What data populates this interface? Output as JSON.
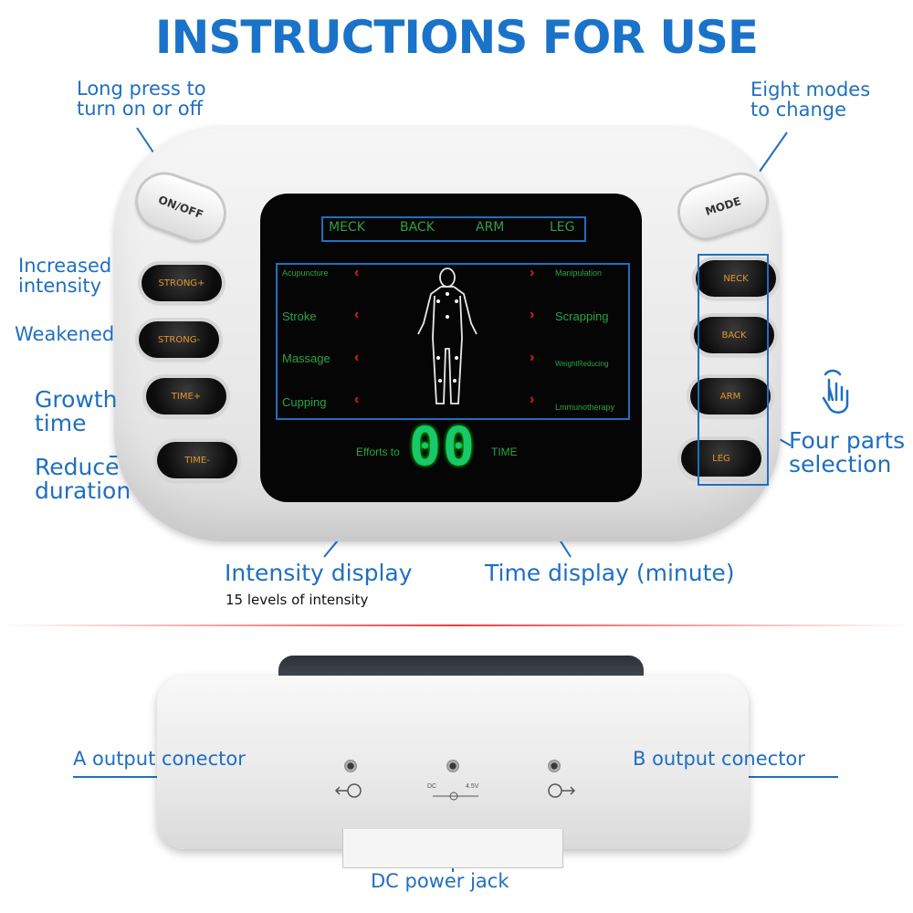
{
  "title": "INSTRUCTIONS FOR USE",
  "callouts": {
    "onoff": "Long press to\nturn on or off",
    "mode": "Eight modes\nto change",
    "increase": "Increased\nintensity",
    "weaken": "Weakened",
    "growth": "Growth\ntime",
    "reduce": "Reduce\nduration",
    "parts": "Four parts\nselection",
    "intensity": "Intensity display",
    "intensity_sub": "15 levels of intensity",
    "time": "Time display (minute)",
    "a_out": "A output conector",
    "b_out": "B output conector",
    "dc": "DC power jack"
  },
  "buttons": {
    "onoff": "ON/OFF",
    "mode": "MODE",
    "strong_plus": "STRONG+",
    "strong_minus": "STRONG-",
    "time_plus": "TIME+",
    "time_minus": "TIME-",
    "neck": "NECK",
    "back": "BACK",
    "arm": "ARM",
    "leg": "LEG"
  },
  "screen": {
    "parts": [
      "MECK",
      "BACK",
      "ARM",
      "LEG"
    ],
    "modes_left": [
      "Acupuncture",
      "Stroke",
      "Massage",
      "Cupping"
    ],
    "modes_right": [
      "Manipulation",
      "Scrapping",
      "WeightReducing",
      "Lmmunotherapy"
    ],
    "digits": "00",
    "efforts": "Efforts to",
    "time": "TIME"
  },
  "port_labels": {
    "dc": "DC",
    "volt": "4.5V"
  },
  "colors": {
    "accent": "#1f6fc0",
    "screen_green": "#27a745",
    "arrow_red": "#e01b22",
    "button_orange": "#e0952a"
  }
}
